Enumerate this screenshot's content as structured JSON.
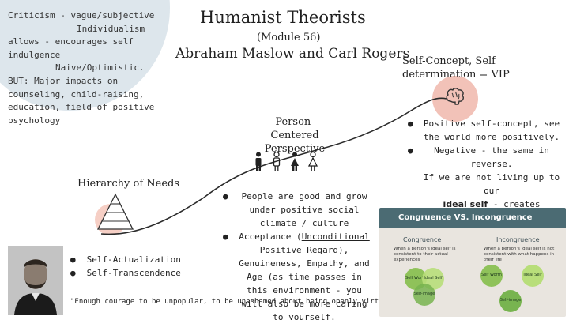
{
  "criticism": {
    "lines": [
      "Criticism - vague/subjective",
      "Individualism",
      "allows - encourages self",
      "indulgence",
      "Naive/Optimistic.",
      "BUT: Major impacts on",
      "counseling, child-raising,",
      "education, field of positive",
      "psychology"
    ]
  },
  "header": {
    "title": "Humanist Theorists",
    "module": "(Module 56)",
    "authors": "Abraham Maslow and Carl Rogers"
  },
  "self_concept": {
    "heading_line1": "Self-Concept, Self",
    "heading_line2": "determination = VIP",
    "icon": "brain-icon",
    "items": [
      "Positive self-concept, see the world more positively.",
      "Negative - the same in reverse.",
      "If we are not living up to our",
      "ideal self",
      "- creates dissatisfaction and unhappiness."
    ]
  },
  "person_centered": {
    "heading_line1": "Person-Centered",
    "heading_line2": "Perspective",
    "icon": "people-icon",
    "item1": "People are good and grow under positive social climate / culture",
    "item2_pre": "Acceptance (",
    "item2_underlined": "Unconditional Positive Regard",
    "item2_post": "), Genuineness, Empathy, and Age (as time passes in this environment - you will also be more caring to yourself."
  },
  "hierarchy": {
    "heading": "Hierarchy of Needs",
    "icon": "pyramid-icon",
    "items": [
      "Self-Actualization",
      "Self-Transcendence"
    ]
  },
  "quote": "\"Enough courage to be unpopular, to be unashamed about being openly virtuous.\"",
  "portrait": {
    "icon": "portrait-photo"
  },
  "congruence_graphic": {
    "title": "Congruence VS. Incongruence",
    "col1_heading": "Congruence",
    "col1_text": "When a person's ideal self is consistent to their actual experiences",
    "col2_heading": "Incongruence",
    "col2_text": "When a person's ideal self is not consistent with what happens in their life",
    "circle_self_worth": "Self Worth",
    "circle_ideal_self": "Ideal Self",
    "circle_self_image": "Self-image"
  },
  "colors": {
    "blob_blue": "#dde6ec",
    "blob_pink": "#f2c2b8",
    "connector": "#2b2b2b",
    "graphic_header": "#4b6b73"
  }
}
